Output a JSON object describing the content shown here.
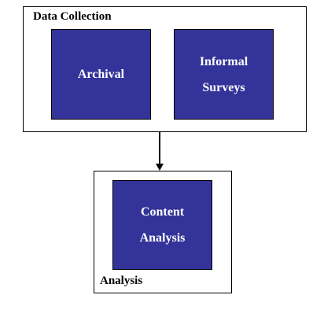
{
  "groups": {
    "data_collection": {
      "label": "Data Collection"
    },
    "analysis": {
      "label": "Analysis"
    }
  },
  "nodes": {
    "archival": {
      "lines": [
        "Archival"
      ]
    },
    "informal_surveys": {
      "lines": [
        "Informal",
        "Surveys"
      ]
    },
    "content_analysis": {
      "lines": [
        "Content",
        "Analysis"
      ]
    }
  },
  "colors": {
    "node_fill": "#333399",
    "node_text": "#ffffff",
    "border": "#000000",
    "background": "#ffffff"
  },
  "edges": [
    {
      "from": "data_collection",
      "to": "analysis",
      "style": "arrow"
    }
  ]
}
